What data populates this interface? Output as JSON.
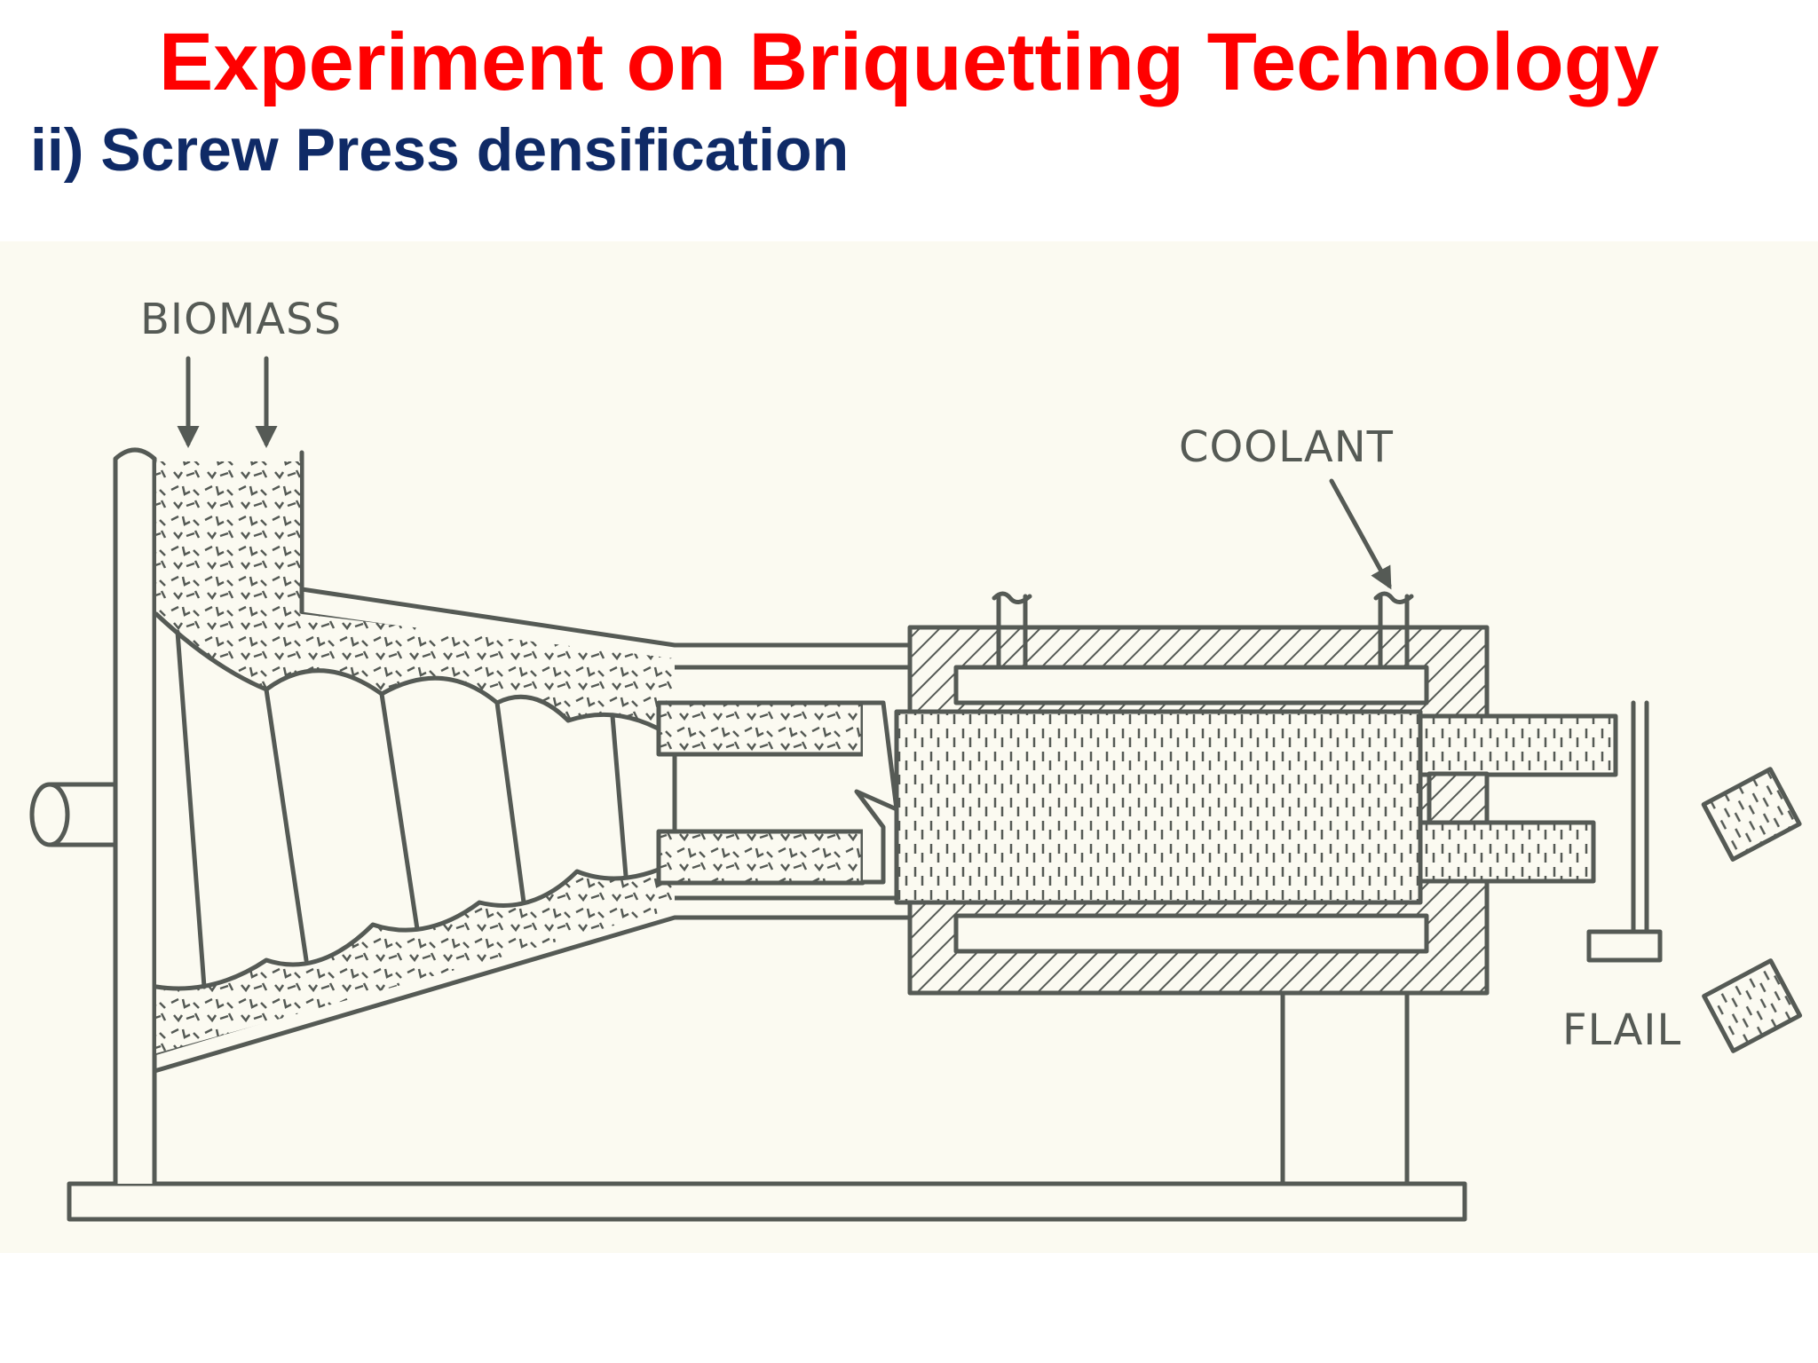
{
  "slide": {
    "title": "Experiment on Briquetting Technology",
    "subtitle": "ii) Screw Press densification"
  },
  "diagram": {
    "labels": {
      "biomass": "BIOMASS",
      "coolant": "COOLANT",
      "flail": "FLAIL"
    }
  },
  "colors": {
    "title": "#ff0000",
    "subtitle": "#0f2a66",
    "ink": "#555a55",
    "paper": "#fbfaf1"
  }
}
